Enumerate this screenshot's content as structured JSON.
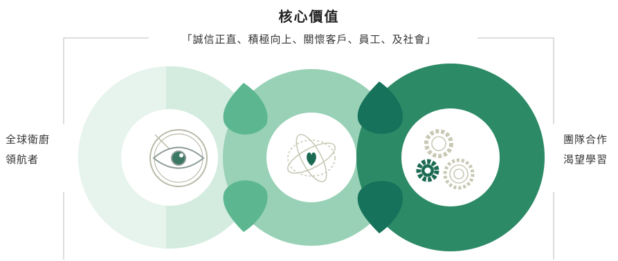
{
  "header": {
    "title": "核心價值",
    "subtitle": "「誠信正直、積極向上、關懷客戶、員工、及社會」"
  },
  "left_label": {
    "line1": "全球衛廚",
    "line2": "領航者"
  },
  "right_label": {
    "line1": "團隊合作",
    "line2": "渴望學習"
  },
  "icons": {
    "left": "eye-icon",
    "center": "atom-heart-icon",
    "right": "gears-icon"
  },
  "colors": {
    "ring_left": "#d4ecdf",
    "ring_left_light": "#e7f4ed",
    "ring_middle": "#99d1b6",
    "ring_right": "#2c8a67",
    "overlap_left": "#5cb791",
    "overlap_right": "#16725a",
    "bracket_line": "#bbbbbb"
  }
}
